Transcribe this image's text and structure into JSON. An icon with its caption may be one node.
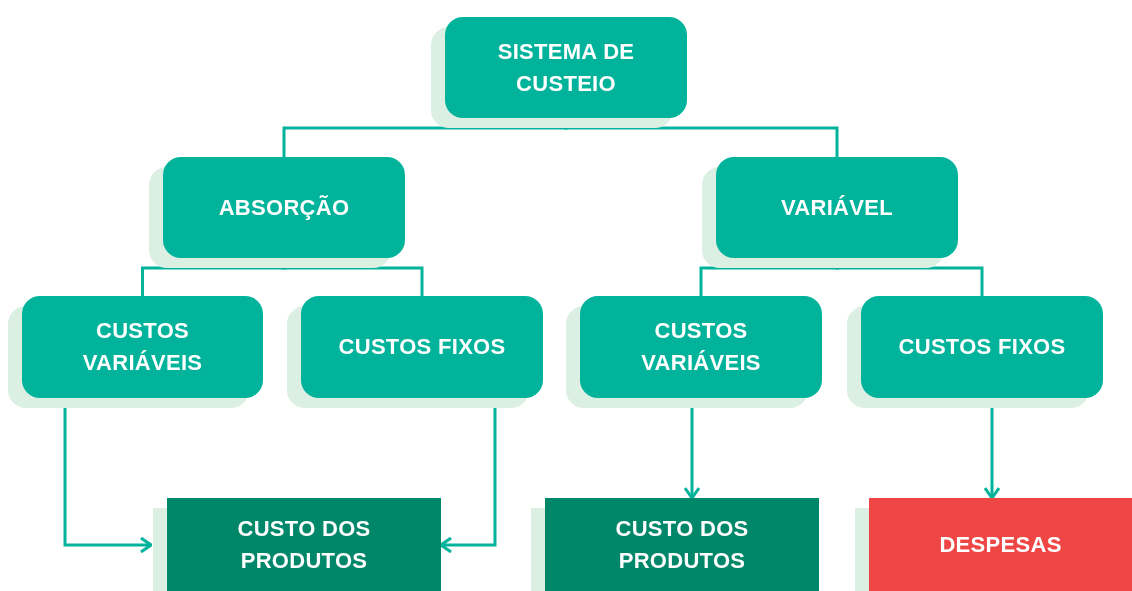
{
  "diagram": {
    "nodes": [
      {
        "text": [
          "SISTEMA DE CUSTEIO"
        ]
      },
      {
        "text": [
          "ABSORÇÃO"
        ]
      },
      {
        "text": [
          "VARIÁVEL"
        ]
      },
      {
        "text": [
          "CUSTOS VARIÁVEIS"
        ]
      },
      {
        "text": [
          "CUSTOS FIXOS"
        ]
      },
      {
        "text": [
          "CUSTOS VARIÁVEIS"
        ]
      },
      {
        "text": [
          "CUSTOS FIXOS"
        ]
      },
      {
        "text": [
          "CUSTO DOS PRODUTOS"
        ]
      },
      {
        "text": [
          "CUSTO DOS PRODUTOS"
        ]
      },
      {
        "text": [
          "DESPESAS"
        ]
      }
    ],
    "edges": [
      {
        "from": 0,
        "to": 1,
        "arrow": "none"
      },
      {
        "from": 0,
        "to": 2,
        "arrow": "none"
      },
      {
        "from": 1,
        "to": 3,
        "arrow": "none"
      },
      {
        "from": 1,
        "to": 4,
        "arrow": "none"
      },
      {
        "from": 2,
        "to": 5,
        "arrow": "none"
      },
      {
        "from": 2,
        "to": 6,
        "arrow": "none"
      },
      {
        "from": 3,
        "to": 7,
        "arrow": "to"
      },
      {
        "from": 4,
        "to": 7,
        "arrow": "to"
      },
      {
        "from": 5,
        "to": 8,
        "arrow": "to"
      },
      {
        "from": 6,
        "to": 9,
        "arrow": "to"
      }
    ]
  }
}
